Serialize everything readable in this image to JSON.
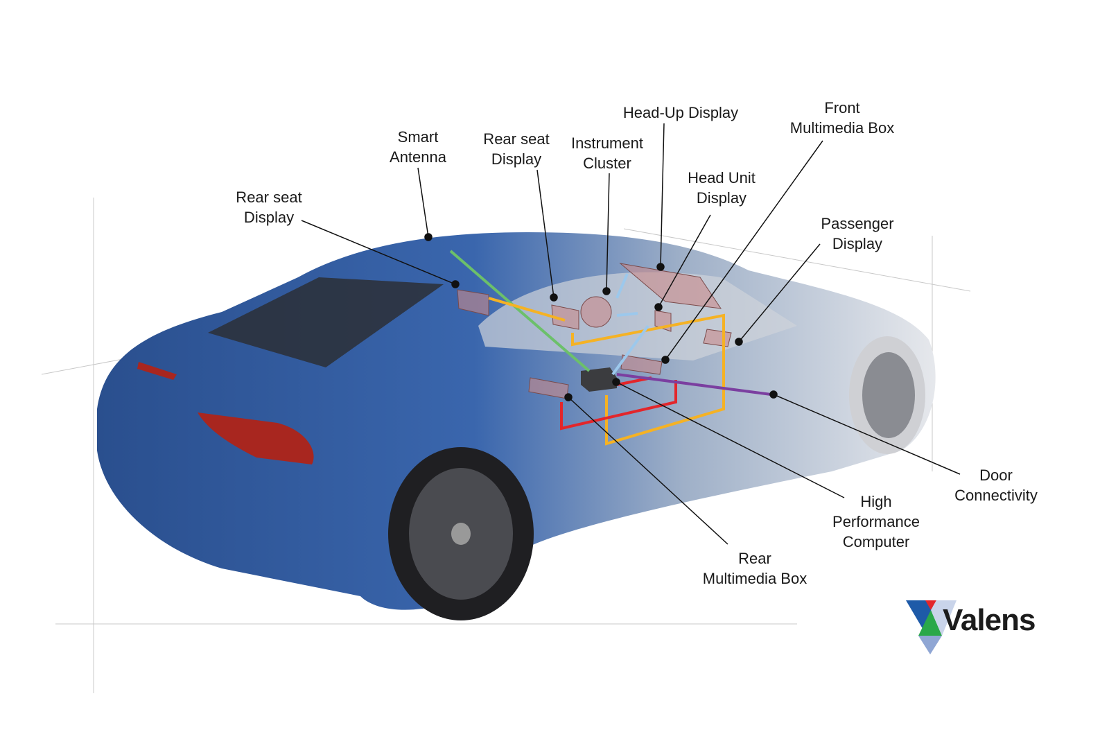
{
  "title": "In-vehicle connectivity diagram",
  "labels": {
    "rear_seat_display_left": [
      "Rear seat",
      "Display"
    ],
    "smart_antenna": [
      "Smart",
      "Antenna"
    ],
    "rear_seat_display_center": [
      "Rear seat",
      "Display"
    ],
    "instrument_cluster": [
      "Instrument",
      "Cluster"
    ],
    "head_up_display": [
      "Head-Up Display"
    ],
    "head_unit_display": [
      "Head Unit",
      "Display"
    ],
    "front_multimedia_box": [
      "Front",
      "Multimedia Box"
    ],
    "passenger_display": [
      "Passenger",
      "Display"
    ],
    "door_connectivity": [
      "Door",
      "Connectivity"
    ],
    "high_performance_computer": [
      "High",
      "Performance",
      "Computer"
    ],
    "rear_multimedia_box": [
      "Rear",
      "Multimedia Box"
    ]
  },
  "logo": {
    "text": "Valens"
  },
  "colors": {
    "car_body": "#2f5a9c",
    "link_yellow": "#f5b224",
    "link_red": "#e3262b",
    "link_green": "#6cc06a",
    "link_blue": "#9cc8ec",
    "link_purple": "#7b3fa0",
    "device": "#c98b8b"
  }
}
